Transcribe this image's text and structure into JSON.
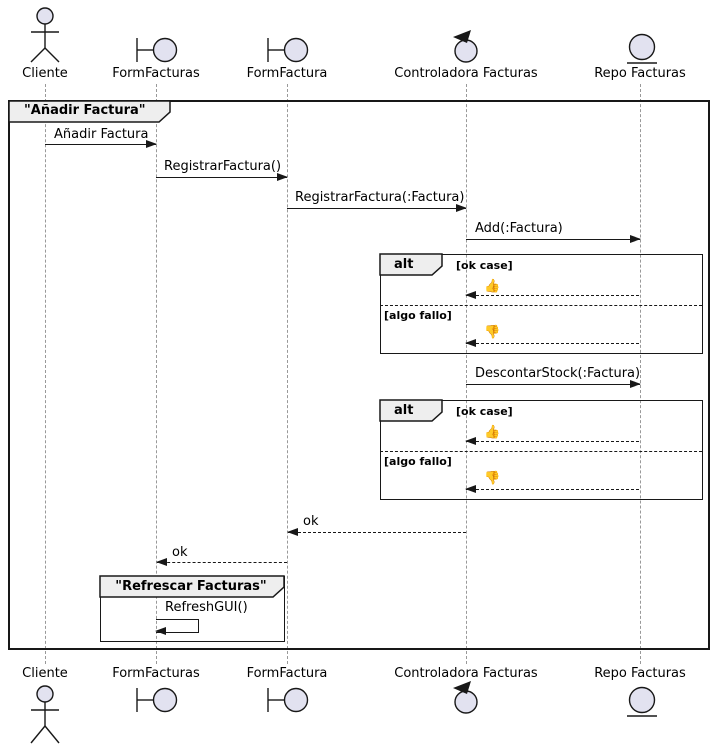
{
  "diagram": {
    "outer_frame_title": "\"Añadir Factura\"",
    "inner_frame_title": "\"Refrescar Facturas\"",
    "participants": [
      {
        "name": "Cliente",
        "type": "actor"
      },
      {
        "name": "FormFacturas",
        "type": "boundary"
      },
      {
        "name": "FormFactura",
        "type": "boundary"
      },
      {
        "name": "Controladora Facturas",
        "type": "control"
      },
      {
        "name": "Repo Facturas",
        "type": "entity"
      }
    ],
    "messages": {
      "anadir_factura": "Añadir Factura",
      "registrar_factura": "RegistrarFactura()",
      "registrar_factura_param": "RegistrarFactura(:Factura)",
      "add_factura": "Add(:Factura)",
      "descontar_stock": "DescontarStock(:Factura)",
      "ok": "ok",
      "refresh_gui": "RefreshGUI()",
      "thumbs_up": "👍",
      "thumbs_down": "👎"
    },
    "alt": {
      "label": "alt",
      "guard_ok": "[ok case]",
      "guard_fail": "[algo fallo]"
    },
    "colors": {
      "participant_fill": "#E2E2F0",
      "frame_title_bg": "#EEEEEE",
      "line": "#181818",
      "lifeline": "#999999"
    }
  }
}
